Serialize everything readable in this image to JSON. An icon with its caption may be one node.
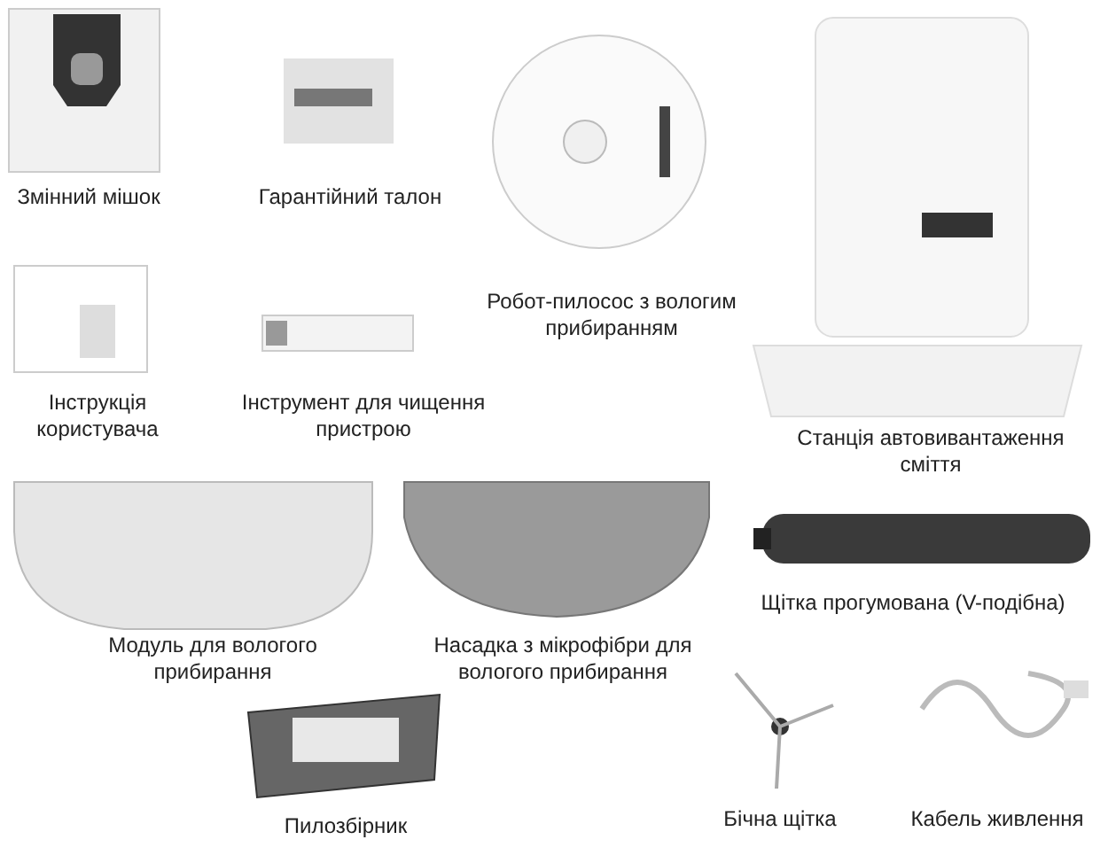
{
  "diagram": {
    "labels": [
      "Змінний мішок",
      "Гарантійний талон",
      "Робот-пилосос з вологим прибиранням",
      "Інструкція користувача",
      "Інструмент для чищення пристрою",
      "Станція автовивантаження сміття",
      "Щітка прогумована (V-подібна)",
      "Модуль для вологого прибирання",
      "Насадка з мікрофібри для вологого прибирання",
      "Пилозбірник",
      "Бічна щітка",
      "Кабель живлення"
    ]
  }
}
